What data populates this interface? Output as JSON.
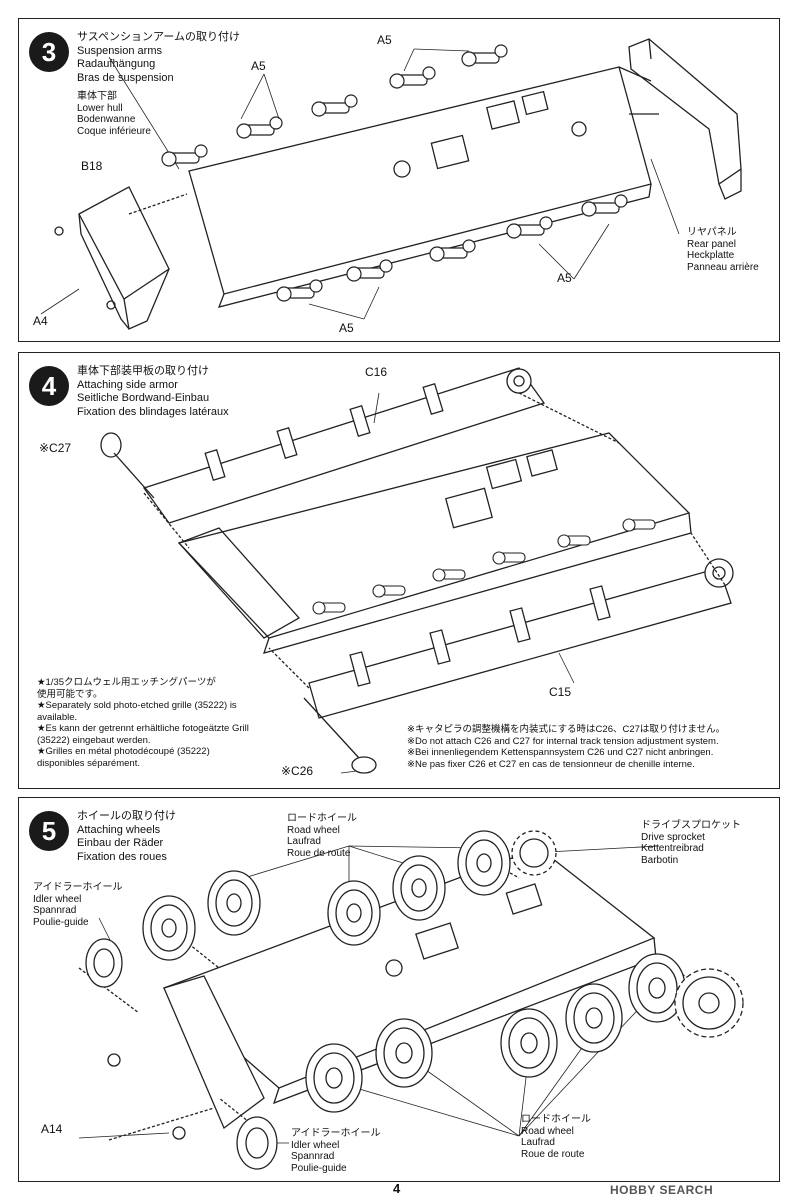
{
  "page_number": "4",
  "watermark": "HOBBY SEARCH",
  "step3": {
    "number": "3",
    "title_ja": "サスペンションアームの取り付け",
    "title_en": "Suspension arms",
    "title_de": "Radaufhängung",
    "title_fr": "Bras de suspension",
    "lower_hull": [
      "車体下部",
      "Lower hull",
      "Bodenwanne",
      "Coque inférieure"
    ],
    "rear_panel": [
      "リヤパネル",
      "Rear panel",
      "Heckplatte",
      "Panneau arrière"
    ],
    "part_b18": "B18",
    "part_a4": "A4",
    "part_a5": "A5"
  },
  "step4": {
    "number": "4",
    "title_ja": "車体下部装甲板の取り付け",
    "title_en": "Attaching side armor",
    "title_de": "Seitliche Bordwand-Einbau",
    "title_fr": "Fixation des blindages latéraux",
    "part_c16": "C16",
    "part_c15": "C15",
    "part_c27": "※C27",
    "part_c26": "※C26",
    "etch_note": [
      "★1/35クロムウェル用エッチングパーツが",
      "使用可能です。",
      "★Separately sold photo-etched grille (35222) is",
      "available.",
      "★Es kann der getrennt erhältliche fotogeätzte Grill",
      "(35222) eingebaut werden.",
      "★Grilles en métal photodécoupé (35222)",
      "disponibles séparément."
    ],
    "tension_note": [
      "※キャタピラの調整機構を内装式にする時はC26、C27は取り付けません。",
      "※Do not attach C26 and C27 for internal track tension adjustment system.",
      "※Bei innenliegendem Kettenspannsystem C26 und C27 nicht anbringen.",
      "※Ne pas fixer C26 et C27 en cas de tensionneur de chenille interne."
    ]
  },
  "step5": {
    "number": "5",
    "title_ja": "ホイールの取り付け",
    "title_en": "Attaching wheels",
    "title_de": "Einbau der Räder",
    "title_fr": "Fixation des roues",
    "road_wheel": [
      "ロードホイール",
      "Road wheel",
      "Laufrad",
      "Roue de route"
    ],
    "drive_sprocket": [
      "ドライブスプロケット",
      "Drive sprocket",
      "Kettentreibrad",
      "Barbotin"
    ],
    "idler_wheel": [
      "アイドラーホイール",
      "Idler wheel",
      "Spannrad",
      "Poulie-guide"
    ],
    "part_a14": "A14"
  }
}
